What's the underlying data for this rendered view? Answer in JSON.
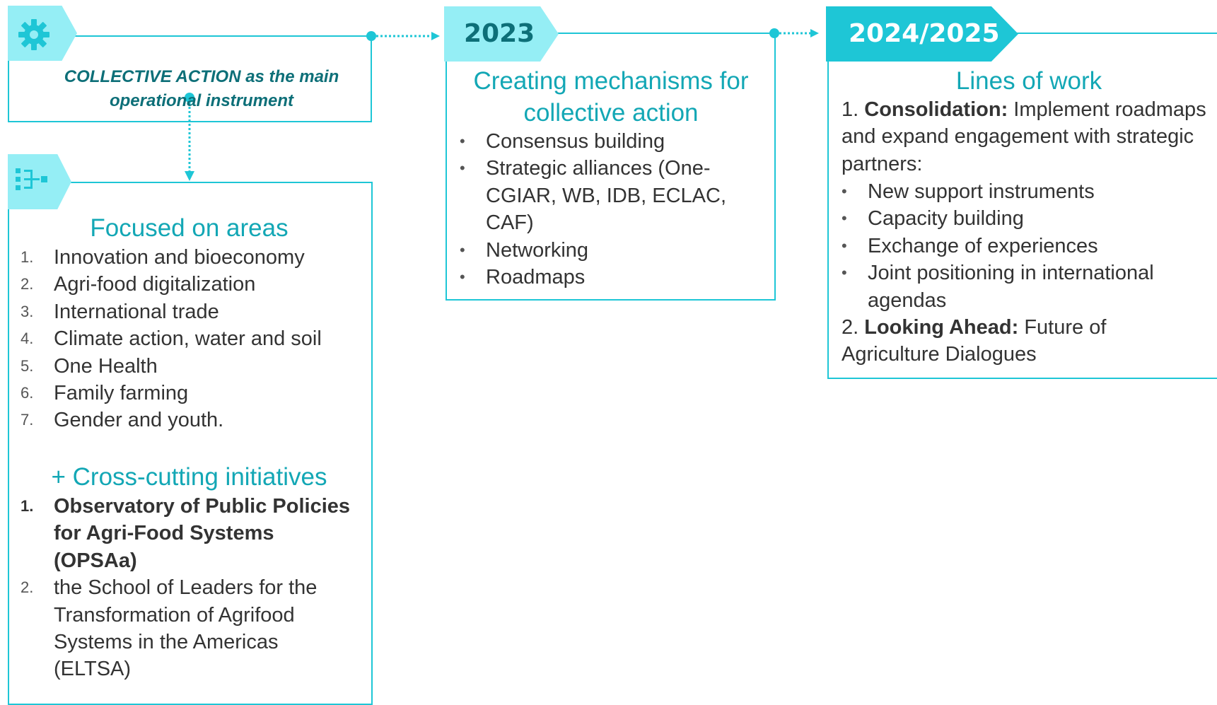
{
  "left_top": {
    "title": "COLLECTIVE ACTION as the main operational instrument"
  },
  "left_bottom": {
    "heading": "Focused on areas",
    "areas": [
      "Innovation and bioeconomy",
      "Agri-food digitalization",
      "International trade",
      "Climate action, water and soil",
      "One Health",
      "Family farming",
      "Gender and youth."
    ],
    "cross_heading": "+ Cross-cutting initiatives",
    "cross_items": [
      "Observatory of Public Policies for Agri-Food Systems (OPSAa)",
      "the School of Leaders for the Transformation of Agrifood Systems in the Americas (ELTSA)"
    ]
  },
  "middle": {
    "year": "2023",
    "heading": "Creating mechanisms for collective action",
    "items": [
      "Consensus building",
      "Strategic alliances (One-CGIAR, WB, IDB, ECLAC, CAF)",
      "Networking",
      "Roadmaps"
    ]
  },
  "right": {
    "year": "2024/2025",
    "heading": "Lines of work",
    "p1_num": "1.",
    "p1_bold": "Consolidation:",
    "p1_text": " Implement roadmaps and expand engagement with strategic partners:",
    "items": [
      "New support instruments",
      "Capacity building",
      "Exchange of experiences",
      "Joint positioning in international agendas"
    ],
    "p2_num": "2.",
    "p2_bold": "Looking Ahead:",
    "p2_text": " Future of Agriculture Dialogues"
  },
  "colors": {
    "accent": "#1ec6d6",
    "tag_light": "#95eef5",
    "heading": "#13a7b5",
    "dark_teal": "#0d6f78"
  },
  "icons": [
    "gear-icon",
    "hierarchy-icon",
    "arrow-right-icon",
    "arrow-down-icon"
  ]
}
